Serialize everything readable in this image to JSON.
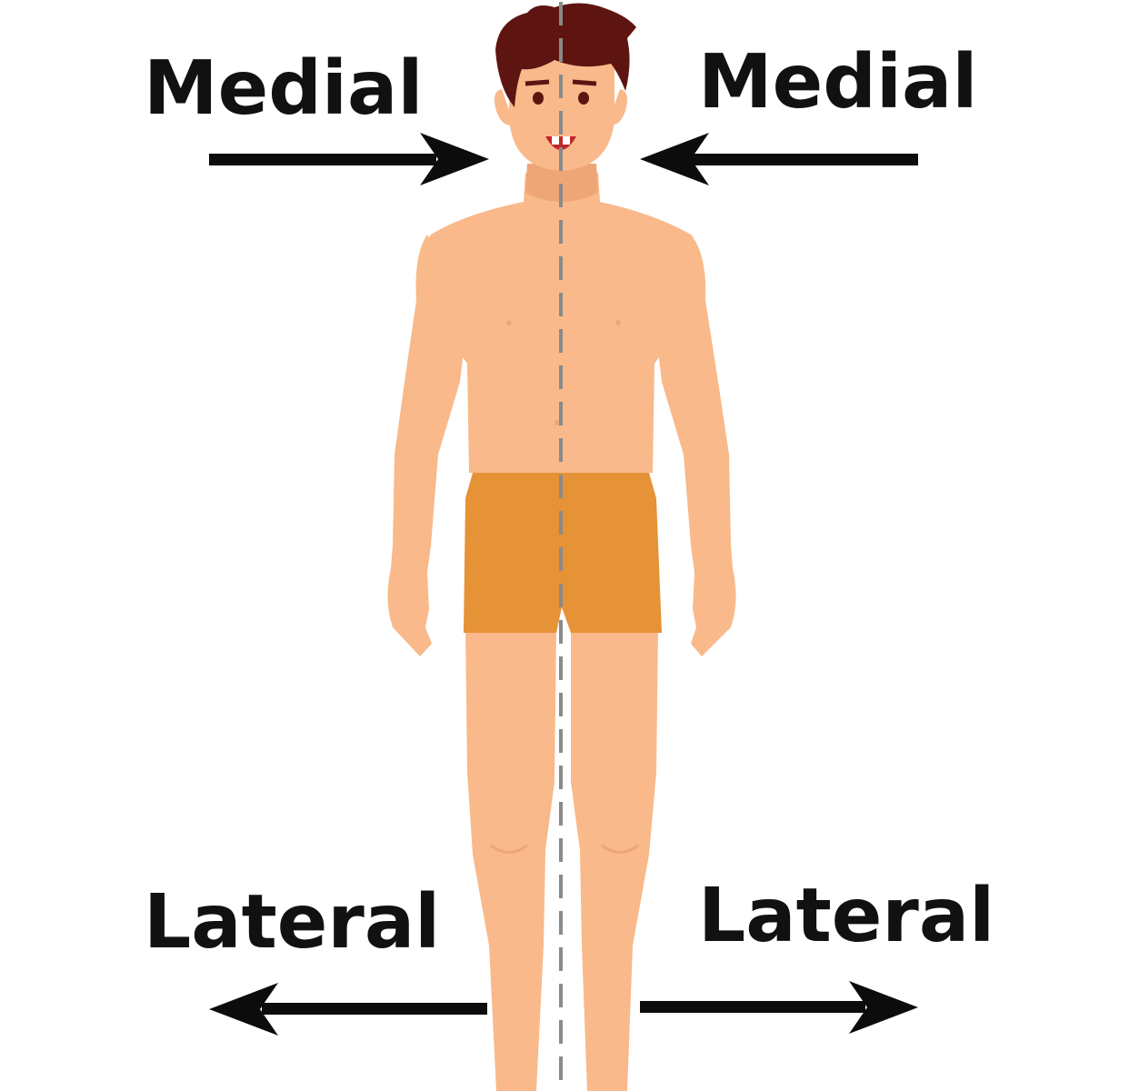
{
  "labels": {
    "medial_left": "Medial",
    "medial_right": "Medial",
    "lateral_left": "Lateral",
    "lateral_right": "Lateral"
  },
  "colors": {
    "skin": "#F9B98A",
    "skin_shade": "#EFA676",
    "hair": "#5E1511",
    "shorts": "#E69236",
    "arrow": "#0C0C0C",
    "midline": "#8A8A8A",
    "background": "#FFFFFF"
  }
}
